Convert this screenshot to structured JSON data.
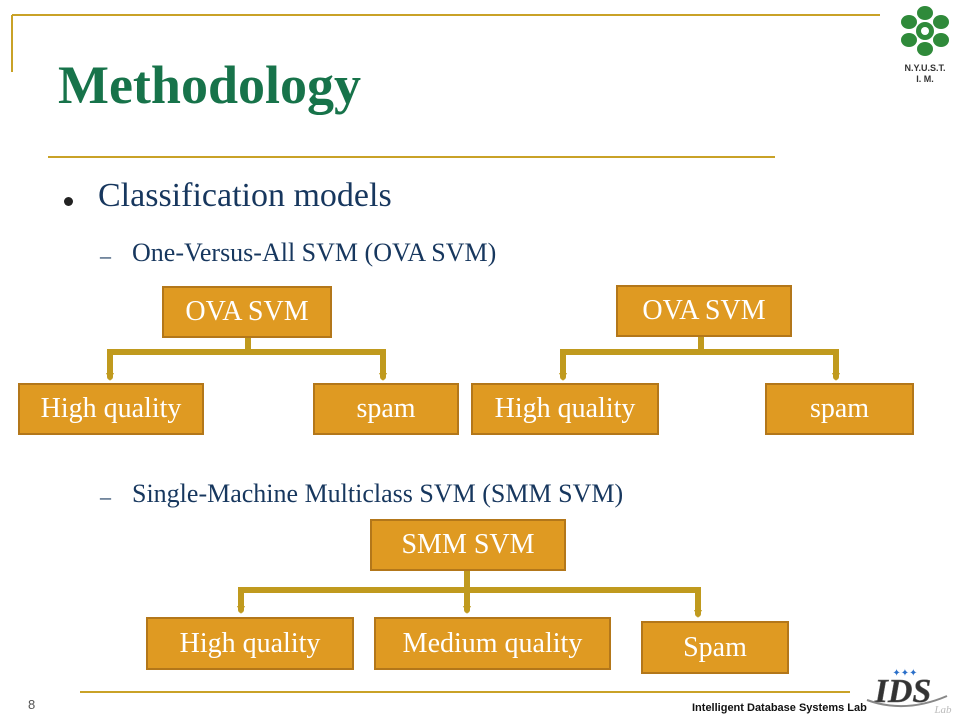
{
  "title": "Methodology",
  "logo": {
    "line1": "N.Y.U.S.T.",
    "line2": "I. M.",
    "icon": "nyust-emblem-icon"
  },
  "bullet": "Classification models",
  "sub1": "One-Versus-All SVM (OVA SVM)",
  "sub2": "Single-Machine Multiclass SVM (SMM SVM)",
  "dash": "–",
  "diagram1": {
    "root": "OVA SVM",
    "left": "High quality",
    "right": "spam"
  },
  "diagram2": {
    "root": "OVA SVM",
    "left": "High quality",
    "right": "spam"
  },
  "diagram3": {
    "root": "SMM SVM",
    "left": "High quality",
    "middle": "Medium quality",
    "right": "Spam"
  },
  "footer": {
    "page": "8",
    "lab": "Intelligent Database Systems Lab",
    "logo_text": "IDS",
    "logo_sub": "Lab"
  },
  "colors": {
    "title": "#17734a",
    "box": "#df9a22",
    "box_border": "#b3771a",
    "connector": "#c09a1e",
    "rule": "#c9a227"
  }
}
